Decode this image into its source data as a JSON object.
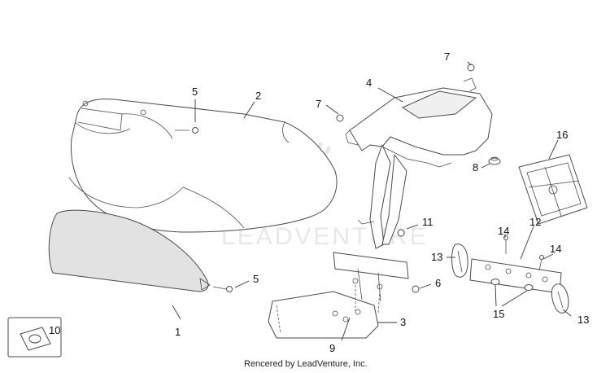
{
  "callouts": {
    "c1": "1",
    "c2": "2",
    "c3": "3",
    "c4": "4",
    "c5a": "5",
    "c5b": "5",
    "c6": "6",
    "c7a": "7",
    "c7b": "7",
    "c8": "8",
    "c9": "9",
    "c10": "10",
    "c11": "11",
    "c12": "12",
    "c13a": "13",
    "c13b": "13",
    "c14a": "14",
    "c14b": "14",
    "c15": "15",
    "c16": "16"
  },
  "watermark": {
    "text": "LEADVENTURE"
  },
  "footer": {
    "credit": "Rencered by LeadVenture, Inc."
  }
}
